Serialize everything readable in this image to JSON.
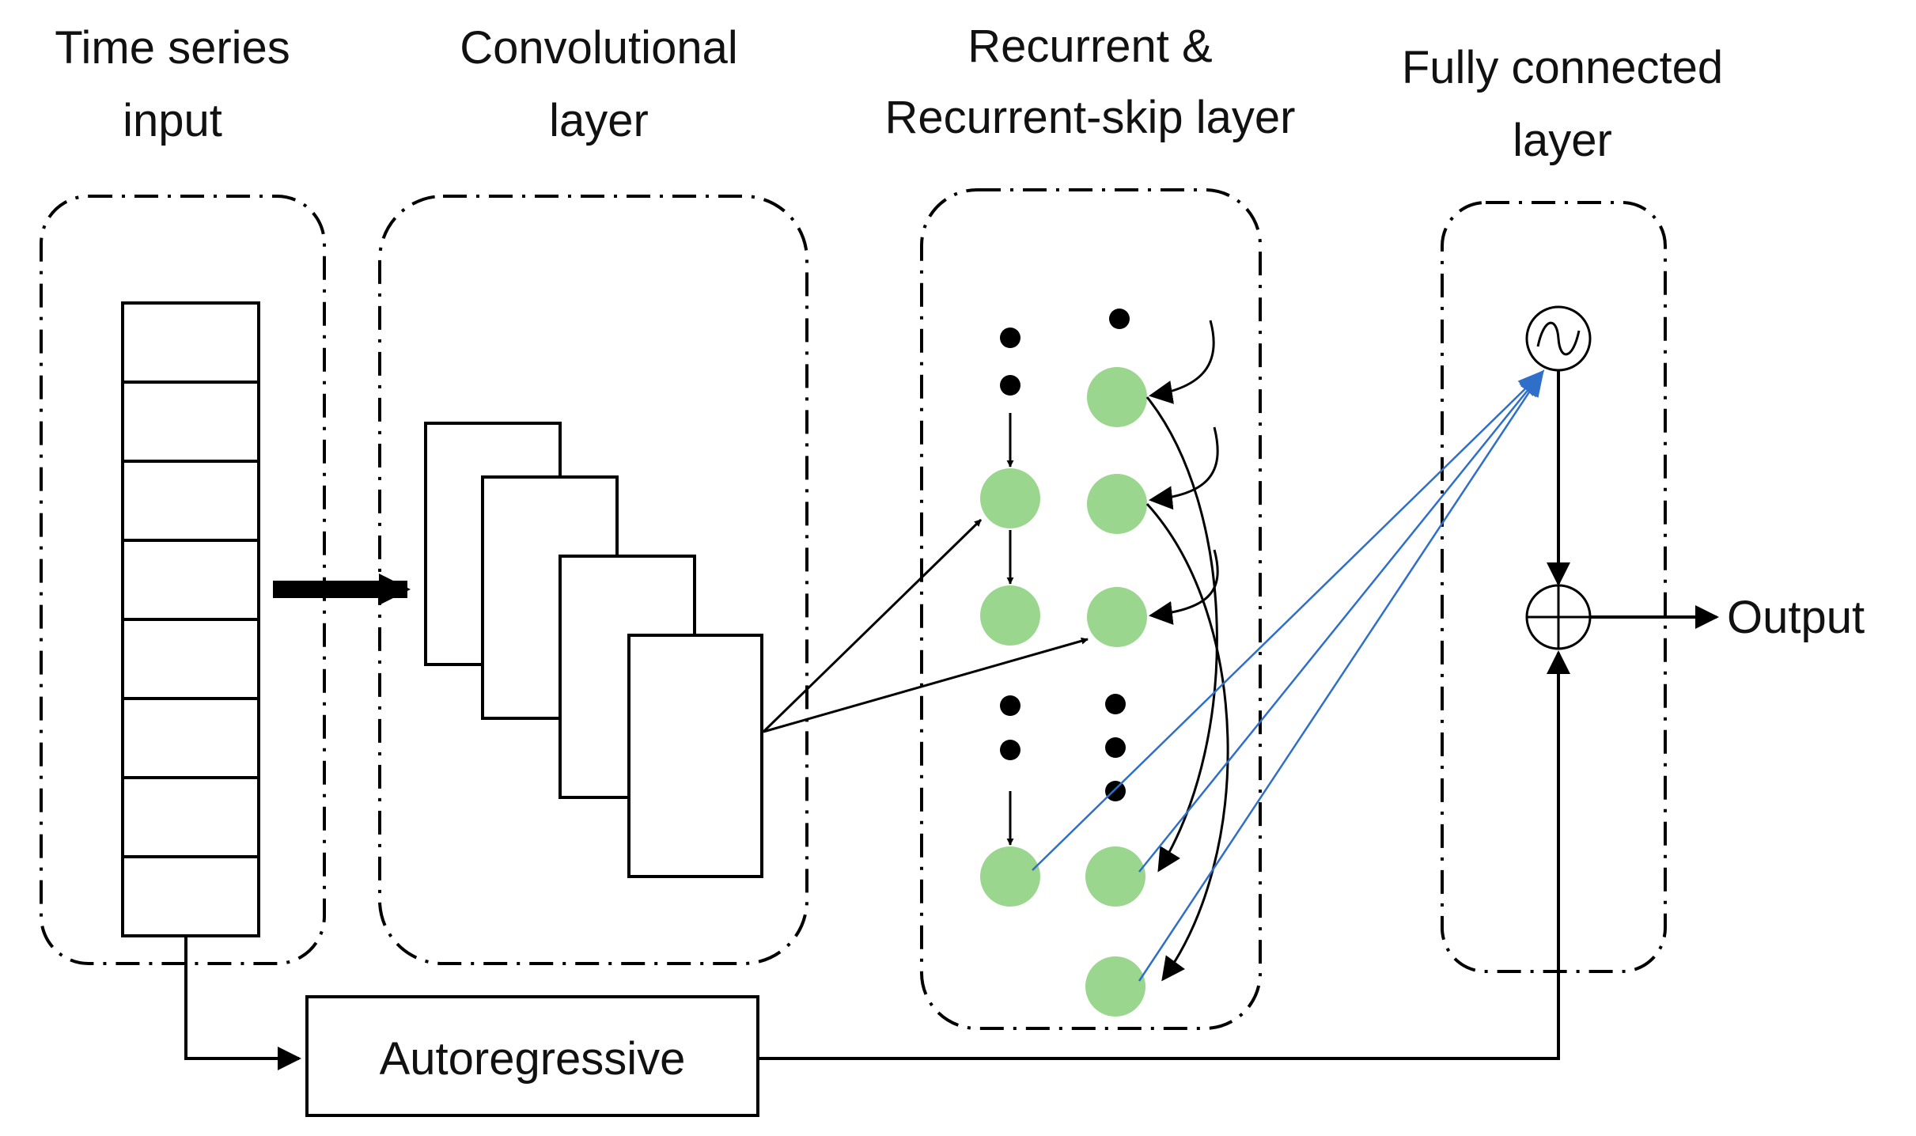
{
  "sections": {
    "input": {
      "line1": "Time series",
      "line2": "input"
    },
    "conv": {
      "line1": "Convolutional",
      "line2": "layer"
    },
    "recurrent": {
      "line1": "Recurrent &",
      "line2": "Recurrent-skip layer"
    },
    "fc": {
      "line1": "Fully connected",
      "line2": "layer"
    }
  },
  "blocks": {
    "autoregressive": "Autoregressive",
    "output": "Output"
  },
  "colors": {
    "stroke": "#000000",
    "node_fill": "#9bd68f",
    "blue_arrow": "#2f6fc9"
  },
  "icons": {
    "activation": "sigmoid-circle-icon",
    "sum": "circled-plus-icon"
  }
}
